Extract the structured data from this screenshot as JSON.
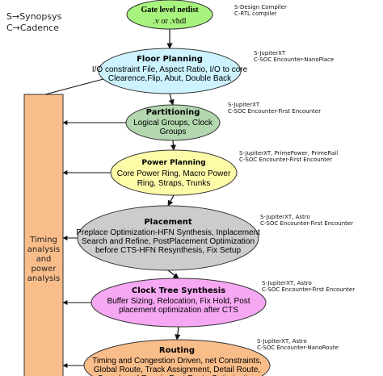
{
  "legend": {
    "synopsys": "S→Synopsys",
    "cadence": "C→Cadence"
  },
  "side_bar": {
    "label_lines": [
      "Timing",
      "analysis",
      "and",
      "power",
      "analysis"
    ],
    "color": "#f9bd8a"
  },
  "steps": [
    {
      "id": "gate-level-netlist",
      "title": "Gate level netlist",
      "lines": [
        ".v or .vhdl"
      ],
      "tools": [
        "S-Design Compiler",
        "C-RTL compiler"
      ],
      "color": "#a8f37d",
      "title_font": "serif"
    },
    {
      "id": "floor-planning",
      "title": "Floor Planning",
      "lines": [
        "I/O constraint File, Aspect Ratio, I/O to core",
        "Clearence,Flip, Abut, Double Back"
      ],
      "tools": [
        "S-JupiterXT",
        "C-SOC Encounter-NanoPlace"
      ],
      "color": "#cdf3ff",
      "title_font": "sans"
    },
    {
      "id": "partitioning",
      "title": "Partitioning",
      "lines": [
        "Logical Groups, Clock",
        "Groups"
      ],
      "tools": [
        "S-JupiterXT",
        "C-SOC Encounter-First Encounter"
      ],
      "color": "#b3d8b0",
      "title_font": "sans"
    },
    {
      "id": "power-planning",
      "title": "Power Planning",
      "lines": [
        "Core Power Ring, Macro Power",
        "Ring, Straps, Trunks"
      ],
      "tools": [
        "S-JupiterXT, PrimePower, PrimeRail",
        "C-SOC Encounter-First Encounter"
      ],
      "color": "#fdfaa8",
      "title_font": "sans"
    },
    {
      "id": "placement",
      "title": "Placement",
      "lines": [
        "Preplace Optimization-HFN Synthesis, Inplacement",
        "Search and Refine, PostPlacement Optimization",
        "before CTS-HFN Resynthesis, Fix Setup"
      ],
      "tools": [
        "S-JupiterXT, Astro",
        "C-SOC Encounter-First Encounter"
      ],
      "color": "#cccccc",
      "title_font": "sans"
    },
    {
      "id": "clock-tree-synthesis",
      "title": "Clock Tree Synthesis",
      "lines": [
        "Buffer Sizing, Relocation, Fix Hold, Post",
        "placement optimization after CTS"
      ],
      "tools": [
        "S-JupiterXT, Astro",
        "C-SOC Encounter-First Encounter"
      ],
      "color": "#f6a8f3",
      "title_font": "sans"
    },
    {
      "id": "routing",
      "title": "Routing",
      "lines": [
        "Timing and Congestion Driven, net Constraints,",
        "Global Route, Track Assignment, Detail Route,",
        "Search and Repair, Post Route Optimization"
      ],
      "tools": [
        "S-JupiterXT, Astro",
        "C-SOC Encounter-NanoRoute"
      ],
      "color": "#f9bd8a",
      "title_font": "sans"
    }
  ]
}
